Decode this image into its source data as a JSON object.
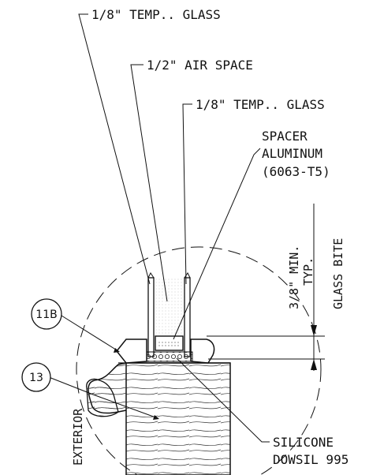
{
  "labels": {
    "glass_outer": "1/8\" TEMP.. GLASS",
    "air_space": "1/2\" AIR SPACE",
    "glass_inner": "1/8\" TEMP.. GLASS",
    "spacer_1": "SPACER",
    "spacer_2": "ALUMINUM",
    "spacer_3": "(6063-T5)",
    "bite_1": "3/8\" MIN.",
    "bite_2": "TYP.",
    "bite_3": "GLASS BITE",
    "silicone_1": "SILICONE",
    "silicone_2": "DOWSIL 995",
    "exterior": "EXTERIOR"
  },
  "callouts": {
    "detail_11b": "11B",
    "detail_13": "13"
  }
}
